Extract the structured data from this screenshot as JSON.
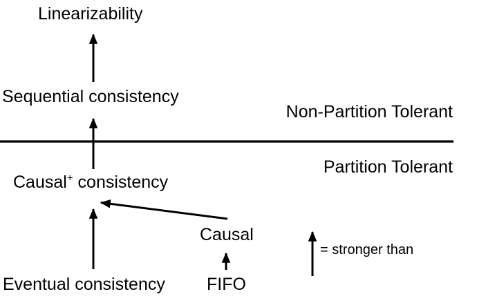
{
  "diagram": {
    "title_semantics": "Consistency model strength hierarchy split by partition tolerance",
    "colors": {
      "ink": "#000000",
      "background": "#ffffff"
    },
    "nodes": {
      "linearizability": "Linearizability",
      "sequential": "Sequential consistency",
      "causal_plus": {
        "base": "Causal",
        "sup": "+",
        "rest": " consistency"
      },
      "causal": "Causal",
      "eventual": "Eventual consistency",
      "fifo": "FIFO"
    },
    "regions": {
      "non_partition_tolerant": "Non-Partition Tolerant",
      "partition_tolerant": "Partition Tolerant"
    },
    "edges": [
      {
        "from": "Sequential consistency",
        "to": "Linearizability"
      },
      {
        "from": "Causal+ consistency",
        "to": "Sequential consistency"
      },
      {
        "from": "Eventual consistency",
        "to": "Causal+ consistency"
      },
      {
        "from": "Causal",
        "to": "Causal+ consistency"
      },
      {
        "from": "FIFO",
        "to": "Causal"
      }
    ],
    "legend": {
      "arrow_meaning": "= stronger than"
    }
  }
}
